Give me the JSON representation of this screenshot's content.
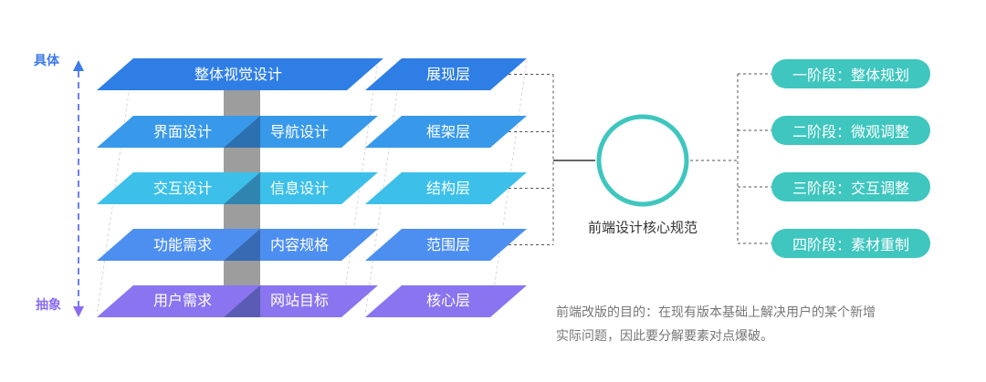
{
  "axis": {
    "top_label": "具体",
    "bottom_label": "抽象",
    "top_color": "#3b7ae8",
    "bottom_color": "#8a6cf2"
  },
  "layers": [
    {
      "left": "整体视觉设计",
      "right": "",
      "level": "展现层",
      "color": "#2f7ee6"
    },
    {
      "left": "界面设计",
      "right": "导航设计",
      "level": "框架层",
      "color": "#3899ea"
    },
    {
      "left": "交互设计",
      "right": "信息设计",
      "level": "结构层",
      "color": "#3cc0ea"
    },
    {
      "left": "功能需求",
      "right": "内容规格",
      "level": "范围层",
      "color": "#4d8ff0"
    },
    {
      "left": "用户需求",
      "right": "网站目标",
      "level": "核心层",
      "color": "#8a74f0"
    }
  ],
  "center": {
    "label": "前端设计核心规范",
    "ring_color": "#3ec6bf"
  },
  "stages": [
    "一阶段：整体规划",
    "二阶段：微观调整",
    "三阶段：交互调整",
    "四阶段：素材重制"
  ],
  "note": {
    "line1": "前端改版的目的：在现有版本基础上解决用户的某个新增",
    "line2": "实际问题，因此要分解要素对点爆破。"
  }
}
